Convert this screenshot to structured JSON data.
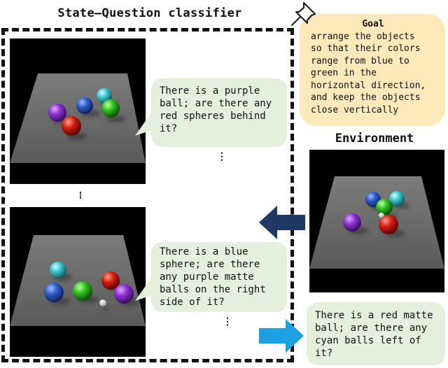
{
  "title": "State–Question classifier",
  "scene_top": {
    "question": "There is a purple\nball; are there any\nred spheres behind\nit?"
  },
  "scene_bottom": {
    "question": "There is a blue\nsphere; are there\nany purple matte\nballs on the right\nside of it?"
  },
  "ellipsis_vertical": "⋮",
  "ellipsis_between": "⁞",
  "goal": {
    "title": "Goal",
    "text": "arrange the objects\nso that their colors\nrange from blue to\ngreen in the\nhorizontal direction,\nand keep the objects\nclose vertically"
  },
  "environment": {
    "label": "Environment",
    "question": "There is a red matte\nball; are there any\ncyan balls left of\nit?"
  },
  "colors": {
    "goal_bg": "#fde9b9",
    "bubble_bg": "#e4efdc",
    "arrow_dark": "#1f3864",
    "arrow_light": "#1da1e2",
    "sphere_purple": "#8a2fd0",
    "sphere_blue": "#2e5bc8",
    "sphere_cyan": "#3fc7cf",
    "sphere_green": "#2fbf20",
    "sphere_red": "#d41e10"
  },
  "icons": {
    "pin": "pushpin-icon"
  }
}
